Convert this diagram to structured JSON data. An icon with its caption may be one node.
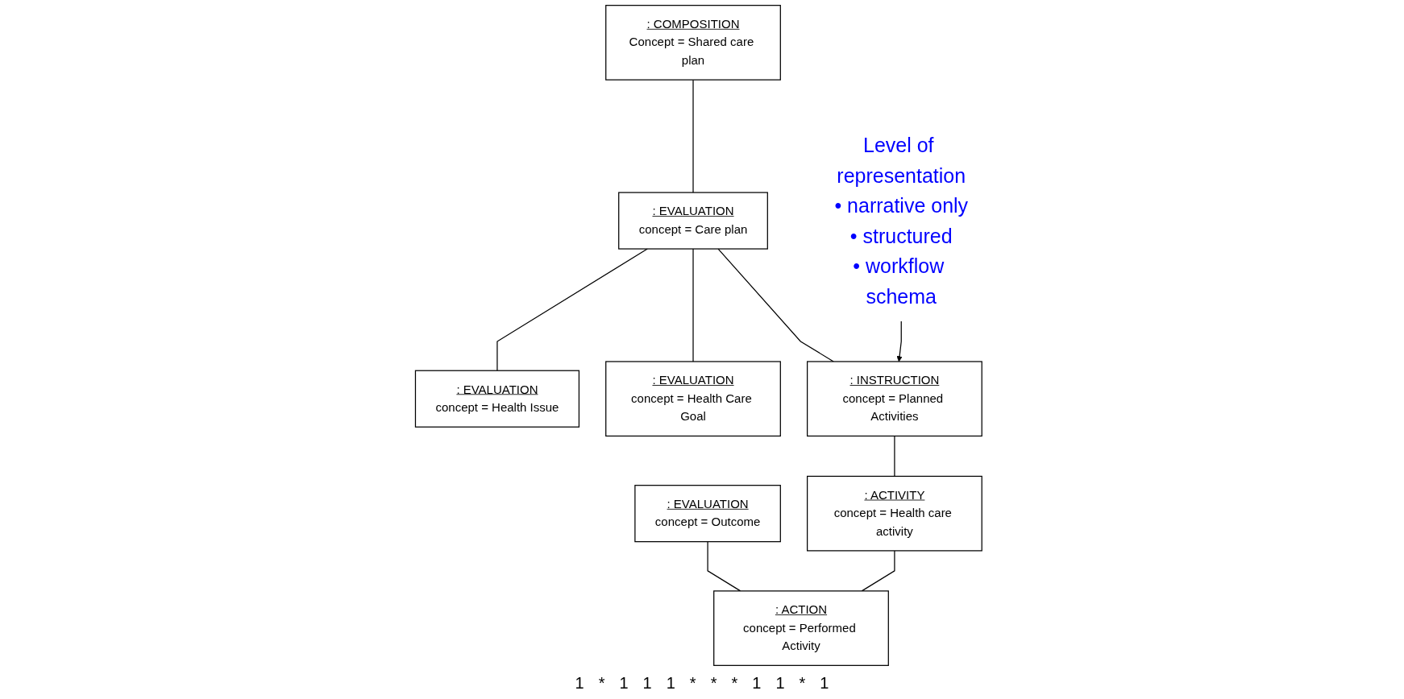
{
  "diagram": {
    "nodes": [
      {
        "text": [
          ": COMPOSITION",
          "Concept = Shared care plan"
        ]
      },
      {
        "text": [
          ": EVALUATION",
          "concept = Care plan"
        ]
      },
      {
        "text": [
          "Level of representation",
          "• narrative only",
          "• structured",
          "• workflow schema"
        ]
      },
      {
        "text": [
          ": EVALUATION",
          "concept = Health Issue"
        ]
      },
      {
        "text": [
          ": EVALUATION",
          "concept = Health Care Goal"
        ]
      },
      {
        "text": [
          ": INSTRUCTION",
          "concept = Planned Activities"
        ]
      },
      {
        "text": [
          ": EVALUATION",
          "concept = Outcome"
        ]
      },
      {
        "text": [
          ": ACTIVITY",
          "concept = Health care activity"
        ]
      },
      {
        "text": [
          ": ACTION",
          "concept = Performed Activity"
        ]
      }
    ],
    "edges": [
      {
        "from": 0,
        "to": 1,
        "arrow": "none"
      },
      {
        "from": 1,
        "to": 3,
        "arrow": "none"
      },
      {
        "from": 1,
        "to": 4,
        "arrow": "none"
      },
      {
        "from": 1,
        "to": 5,
        "arrow": "none"
      },
      {
        "from": 2,
        "to": 5,
        "arrow": "to"
      },
      {
        "from": 5,
        "to": 7,
        "arrow": "none"
      },
      {
        "from": 6,
        "to": 8,
        "arrow": "none"
      },
      {
        "from": 7,
        "to": 8,
        "arrow": "none"
      }
    ],
    "labels": [
      "1",
      "*",
      "1",
      "1",
      "1",
      "*",
      "*",
      "*",
      "1",
      "1",
      "*",
      "1"
    ]
  }
}
